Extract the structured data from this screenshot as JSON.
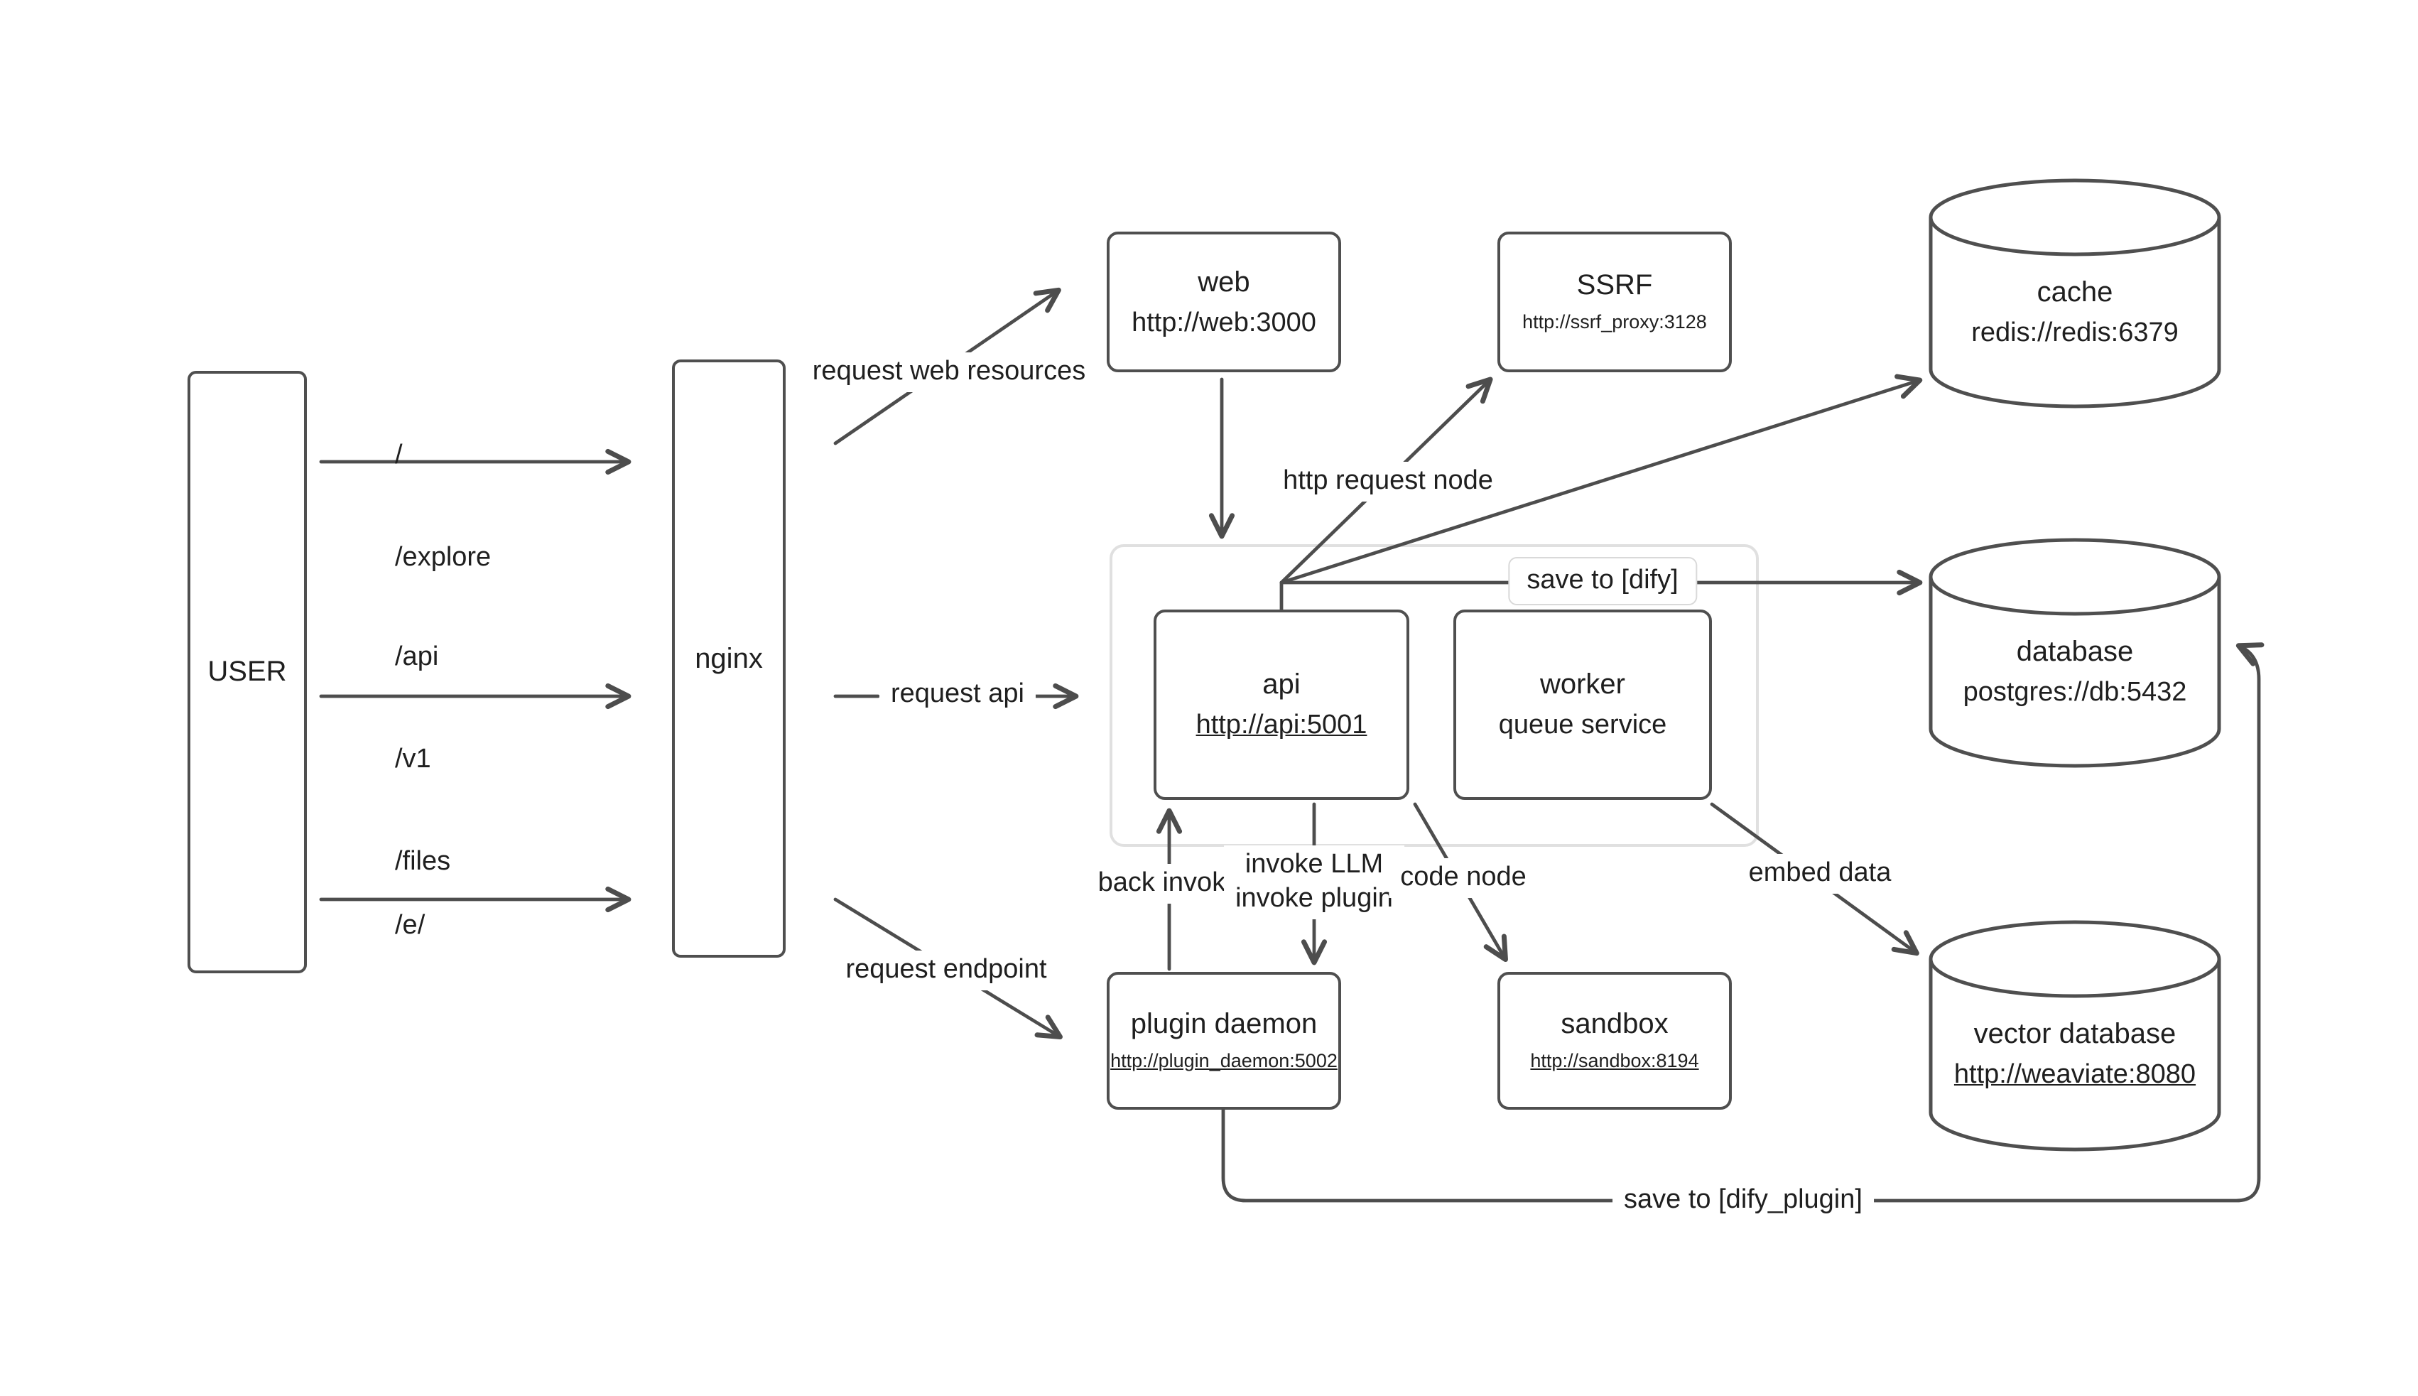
{
  "colors": {
    "stroke": "#4d4d4d",
    "text": "#1f1f1f",
    "group_border": "#e0e0e0"
  },
  "user": {
    "label": "USER"
  },
  "nginx": {
    "label": "nginx"
  },
  "routes": {
    "web": {
      "line1": "/",
      "line2": "/explore"
    },
    "api": {
      "line1": "/api",
      "line2": "/v1",
      "line3": "/files"
    },
    "endpoint": {
      "line1": "/e/"
    }
  },
  "nodes": {
    "web": {
      "title": "web",
      "url": "http://web:3000"
    },
    "ssrf": {
      "title": "SSRF",
      "url": "http://ssrf_proxy:3128"
    },
    "api": {
      "title": "api",
      "url": "http://api:5001"
    },
    "worker": {
      "title": "worker",
      "subtitle": "queue service"
    },
    "plugin_daemon": {
      "title": "plugin daemon",
      "url": "http://plugin_daemon:5002"
    },
    "sandbox": {
      "title": "sandbox",
      "url": "http://sandbox:8194"
    }
  },
  "datastores": {
    "cache": {
      "title": "cache",
      "url": "redis://redis:6379"
    },
    "database": {
      "title": "database",
      "url": "postgres://db:5432"
    },
    "vector_database": {
      "title": "vector database",
      "url": "http://weaviate:8080"
    }
  },
  "edges": {
    "request_web_resources": "request web resources",
    "request_api": "request api",
    "request_endpoint": "request endpoint",
    "http_request_node": "http request node",
    "save_to_dify": "save to [dify]",
    "back_invoke": "back invoke",
    "invoke_llm": "invoke LLM",
    "invoke_plugin": "invoke plugin",
    "code_node": "code node",
    "embed_data": "embed data",
    "save_to_dify_plugin": "save to [dify_plugin]"
  }
}
